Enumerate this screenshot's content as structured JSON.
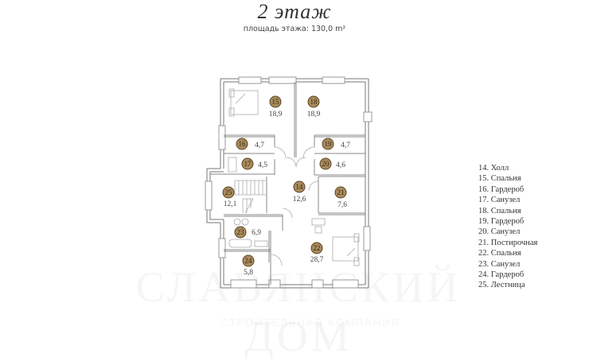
{
  "header": {
    "title": "2 этаж",
    "subtitle": "площадь этажа: 130,0 m²"
  },
  "colors": {
    "badge_fill": "#a98b5c",
    "badge_stroke": "#5a4424",
    "wall": "#777777",
    "text": "#333333"
  },
  "rooms": [
    {
      "num": "14",
      "name": "Холл",
      "area": "12,6"
    },
    {
      "num": "15",
      "name": "Спальня",
      "area": "18,9"
    },
    {
      "num": "16",
      "name": "Гардероб",
      "area": "4,7"
    },
    {
      "num": "17",
      "name": "Санузел",
      "area": "4,5"
    },
    {
      "num": "18",
      "name": "Спальня",
      "area": "18,9"
    },
    {
      "num": "19",
      "name": "Гардероб",
      "area": "4,7"
    },
    {
      "num": "20",
      "name": "Санузел",
      "area": "4,6"
    },
    {
      "num": "21",
      "name": "Постирочная",
      "area": "7,6"
    },
    {
      "num": "22",
      "name": "Спальня",
      "area": "28,7"
    },
    {
      "num": "23",
      "name": "Санузел",
      "area": "6,9"
    },
    {
      "num": "24",
      "name": "Гардероб",
      "area": "5,8"
    },
    {
      "num": "25",
      "name": "Лестница",
      "area": "12,1"
    }
  ],
  "legend": [
    "14.  Холл",
    "15.  Спальня",
    "16.  Гардероб",
    "17.  Санузел",
    "18.  Спальня",
    "19.  Гардероб",
    "20.  Санузел",
    "21.  Постирочная",
    "22.  Спальня",
    "23.  Санузел",
    "24.  Гардероб",
    "25.  Лестница"
  ],
  "watermark": {
    "main": "СЛАВЯНСКИЙ ДОМ",
    "sub": "СТРОИТЕЛЬНАЯ КОМПАНИЯ"
  }
}
